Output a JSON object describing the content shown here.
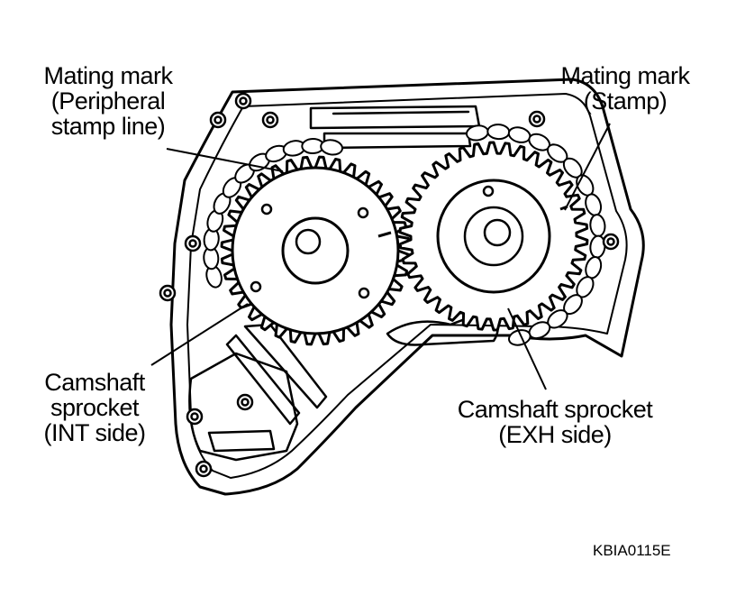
{
  "labels": {
    "mating_mark_int": [
      "Mating mark",
      "(Peripheral",
      "stamp line)"
    ],
    "mating_mark_exh": [
      "Mating mark",
      "(Stamp)"
    ],
    "camshaft_int": [
      "Camshaft",
      "sprocket",
      "(INT side)"
    ],
    "camshaft_exh": [
      "Camshaft sprocket",
      "(EXH side)"
    ]
  },
  "reference_code": "KBIA0115E",
  "colors": {
    "ink": "#000000",
    "paper": "#ffffff"
  }
}
